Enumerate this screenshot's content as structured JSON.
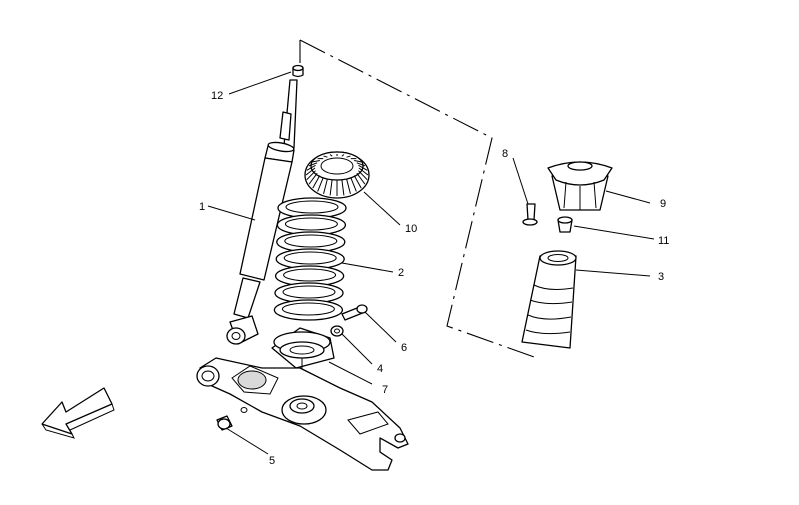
{
  "callouts": {
    "c1": "1",
    "c2": "2",
    "c3": "3",
    "c4": "4",
    "c5": "5",
    "c6": "6",
    "c7": "7",
    "c8": "8",
    "c9": "9",
    "c10": "10",
    "c11": "11",
    "c12": "12"
  },
  "colors": {
    "line": "#000000",
    "background": "#ffffff",
    "shade": "#d9d9d9"
  },
  "icons": [
    "front-direction-arrow-icon"
  ]
}
